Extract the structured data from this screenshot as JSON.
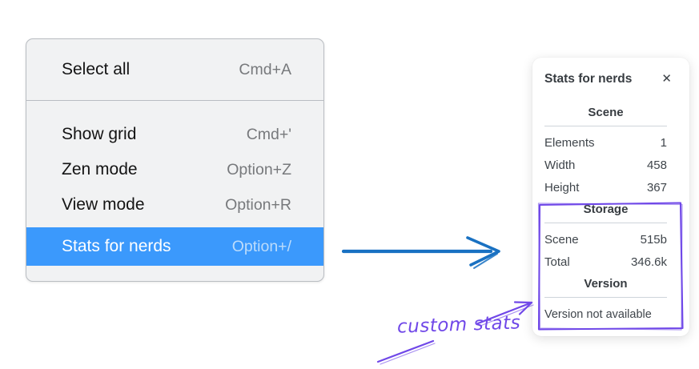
{
  "colors": {
    "menu_bg": "#f1f2f3",
    "menu_border": "#b9bdc2",
    "highlight": "#3b99fc",
    "menu_text": "#141414",
    "shortcut_text": "#77797c",
    "highlight_shortcut": "#bcdcfb",
    "panel_text": "#373c41",
    "divider": "#ced4da",
    "blue_arrow": "#1971c2",
    "annotation_purple": "#7048e8"
  },
  "menu": {
    "sections": [
      {
        "items": [
          {
            "label": "Select all",
            "shortcut": "Cmd+A"
          }
        ]
      },
      {
        "items": [
          {
            "label": "Show grid",
            "shortcut": "Cmd+'"
          },
          {
            "label": "Zen mode",
            "shortcut": "Option+Z"
          },
          {
            "label": "View mode",
            "shortcut": "Option+R"
          },
          {
            "label": "Stats for nerds",
            "shortcut": "Option+/",
            "highlighted": true
          }
        ]
      }
    ]
  },
  "panel": {
    "title": "Stats for nerds",
    "close_icon": "✕",
    "sections": [
      {
        "heading": "Scene",
        "rows": [
          {
            "label": "Elements",
            "value": "1"
          },
          {
            "label": "Width",
            "value": "458"
          },
          {
            "label": "Height",
            "value": "367"
          }
        ]
      },
      {
        "heading": "Storage",
        "rows": [
          {
            "label": "Scene",
            "value": "515b"
          },
          {
            "label": "Total",
            "value": "346.6k"
          }
        ]
      },
      {
        "heading": "Version",
        "note": "Version not available"
      }
    ]
  },
  "annotation": {
    "label": "custom stats"
  }
}
